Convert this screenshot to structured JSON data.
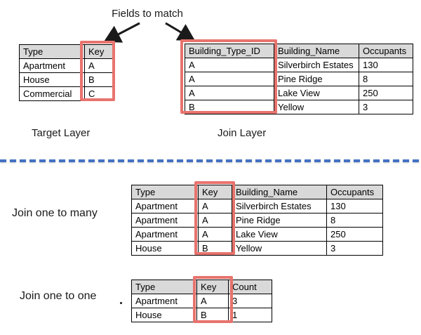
{
  "annotations": {
    "fields_to_match": "Fields to match",
    "target_layer": "Target Layer",
    "join_layer": "Join Layer",
    "join_one_to_many": "Join one to many",
    "join_one_to_one": "Join one to one",
    "stray_dot": "."
  },
  "colors": {
    "highlight_red": "#e8736e",
    "divider_blue": "#4472c4",
    "header_gray": "#d9d9d9",
    "table_border": "#000000"
  },
  "tables": {
    "target": {
      "headers": [
        "Type",
        "Key"
      ],
      "rows": [
        [
          "Apartment",
          "A"
        ],
        [
          "House",
          "B"
        ],
        [
          "Commercial",
          "C"
        ]
      ],
      "highlighted_column": "Key"
    },
    "join": {
      "headers": [
        "Building_Type_ID",
        "Building_Name",
        "Occupants"
      ],
      "rows": [
        [
          "A",
          "Silverbirch Estates",
          "130"
        ],
        [
          "A",
          "Pine Ridge",
          "8"
        ],
        [
          "A",
          "Lake View",
          "250"
        ],
        [
          "B",
          "Yellow",
          "3"
        ]
      ],
      "highlighted_column": "Building_Type_ID"
    },
    "one_to_many": {
      "headers": [
        "Type",
        "Key",
        "Building_Name",
        "Occupants"
      ],
      "rows": [
        [
          "Apartment",
          "A",
          "Silverbirch Estates",
          "130"
        ],
        [
          "Apartment",
          "A",
          "Pine Ridge",
          "8"
        ],
        [
          "Apartment",
          "A",
          "Lake View",
          "250"
        ],
        [
          "House",
          "B",
          "Yellow",
          "3"
        ]
      ],
      "highlighted_column": "Key"
    },
    "one_to_one": {
      "headers": [
        "Type",
        "Key",
        "Count"
      ],
      "rows": [
        [
          "Apartment",
          "A",
          "3"
        ],
        [
          "House",
          "B",
          "1"
        ]
      ],
      "highlighted_column": "Key"
    }
  }
}
